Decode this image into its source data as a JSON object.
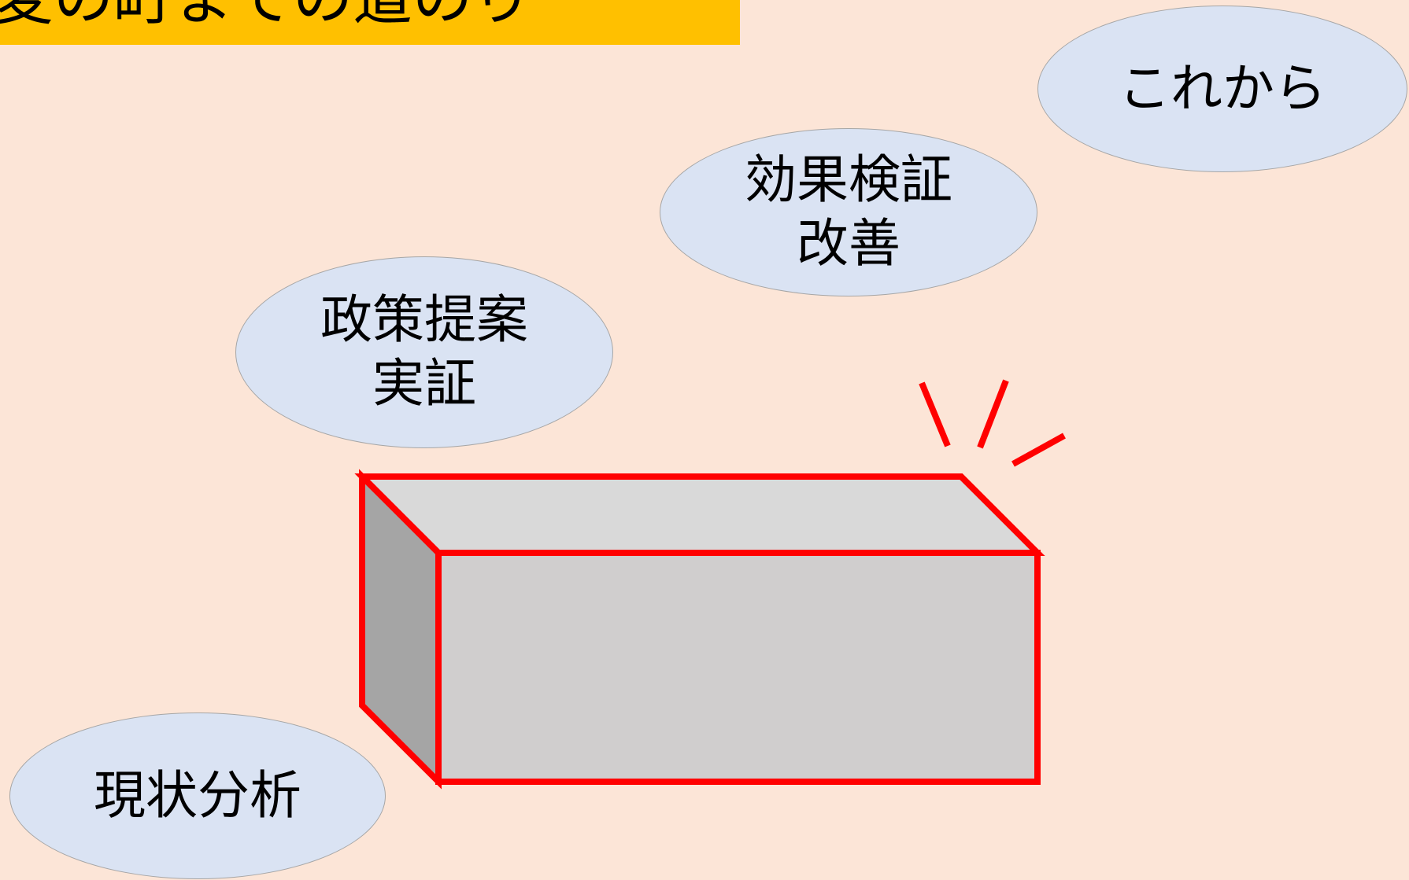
{
  "slide": {
    "title": "変の町までの道のり",
    "colors": {
      "background": "#fce5d7",
      "title_banner": "#ffc000",
      "bubble_fill": "#dae3f3",
      "bubble_border": "#a6a6a6",
      "block_outline": "#ff0000",
      "block_top": "#d9d9d9",
      "block_front": "#d0cece",
      "block_side": "#a5a5a5",
      "spark": "#ff0000"
    }
  },
  "steps": [
    {
      "lines": [
        "現状分析"
      ]
    },
    {
      "lines": [
        "政策提案",
        "実証"
      ]
    },
    {
      "lines": [
        "効果検証",
        "改善"
      ]
    },
    {
      "lines": [
        "これから"
      ]
    }
  ],
  "obstacle": {
    "icon": "stone-block-icon",
    "emphasis": "spark-lines-icon"
  }
}
